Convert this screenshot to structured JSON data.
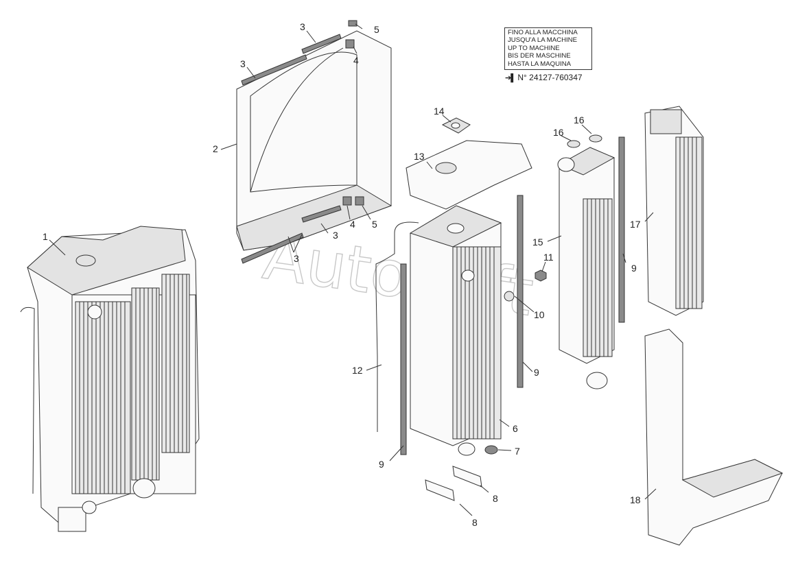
{
  "applicability": {
    "lines": [
      "FINO ALLA MACCHINA",
      "JUSQU'A LA MACHINE",
      "UP TO MACHINE",
      "BIS DER MASCHINE",
      "HASTA LA MAQUINA"
    ],
    "serial_prefix": "N°",
    "serial": "24127-760347"
  },
  "watermark": "AutoSoft",
  "callouts": {
    "n1": "1",
    "n2": "2",
    "n3a": "3",
    "n3b": "3",
    "n3c": "3",
    "n3d": "3",
    "n4a": "4",
    "n4b": "4",
    "n5a": "5",
    "n5b": "5",
    "n6": "6",
    "n7": "7",
    "n8a": "8",
    "n8b": "8",
    "n9a": "9",
    "n9b": "9",
    "n9c": "9",
    "n10": "10",
    "n11": "11",
    "n12": "12",
    "n13": "13",
    "n14": "14",
    "n15": "15",
    "n16a": "16",
    "n16b": "16",
    "n17": "17",
    "n18": "18"
  },
  "colors": {
    "line": "#333333",
    "fill": "#fafafa",
    "shade": "#e3e3e3",
    "dark": "#8a8a8a"
  }
}
